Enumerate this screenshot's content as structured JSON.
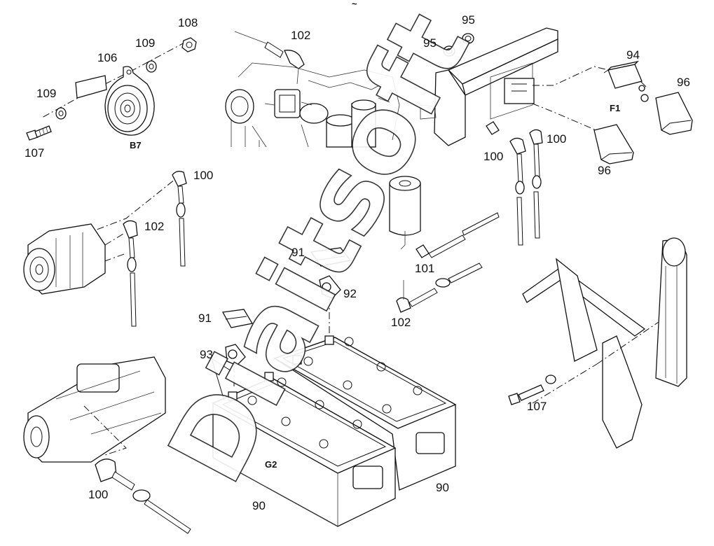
{
  "diagram": {
    "watermark": "Diaitsoft",
    "top_mark": "~",
    "components": {
      "horn": "B7",
      "battery": "G2",
      "fuse": "F1"
    },
    "callouts": {
      "c108": "108",
      "c109a": "109",
      "c106": "106",
      "c109b": "109",
      "c107a": "107",
      "c102a": "102",
      "c95a": "95",
      "c95b": "95",
      "c94": "94",
      "c96a": "96",
      "c100a": "100",
      "c100b": "100",
      "c96b": "96",
      "c100c": "100",
      "c102b": "102",
      "c91a": "91",
      "c92": "92",
      "c101": "101",
      "c102c": "102",
      "c91b": "91",
      "c93": "93",
      "c107b": "107",
      "c90a": "90",
      "c90b": "90",
      "c100d": "100"
    }
  }
}
